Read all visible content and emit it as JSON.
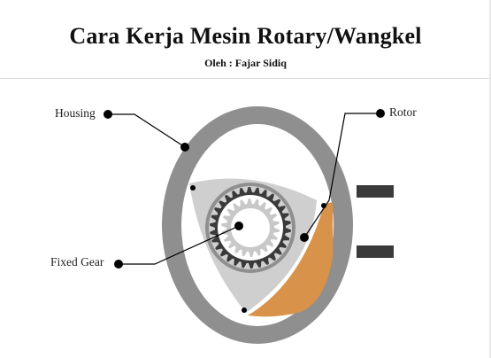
{
  "header": {
    "title": "Cara Kerja Mesin Rotary/Wangkel",
    "subtitle": "Oleh : Fajar Sidiq"
  },
  "labels": {
    "housing": "Housing",
    "rotor": "Rotor",
    "fixed_gear": "Fixed Gear"
  },
  "colors": {
    "housing": "#8f8f8f",
    "chamber": "#ffffff",
    "rotor": "#cfcfcf",
    "combustion": "#d9924a",
    "gear_dark": "#3a3a3a",
    "gear_light": "#c8c8c8",
    "leader": "#000000"
  }
}
